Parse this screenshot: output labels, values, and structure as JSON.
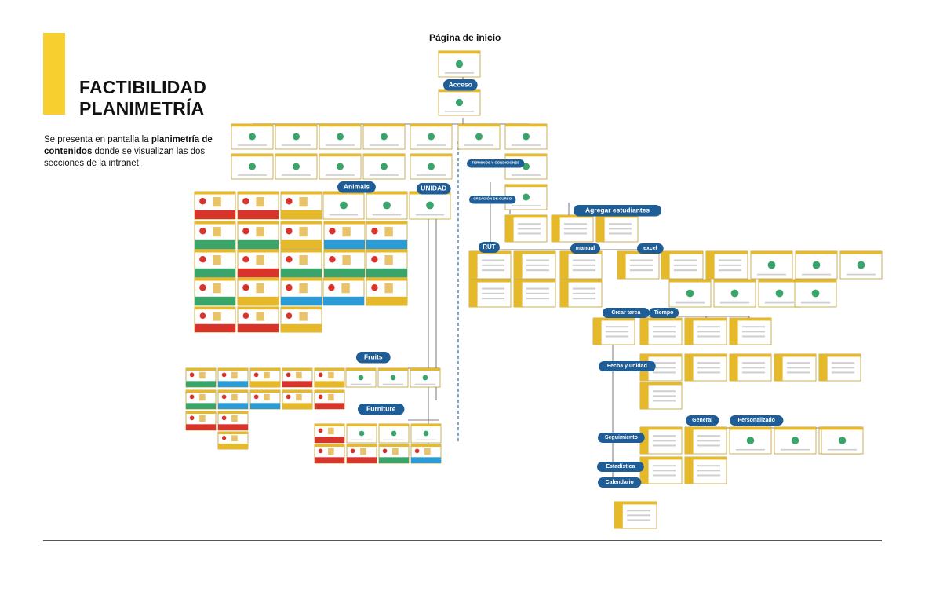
{
  "header": {
    "title_line1": "FACTIBILIDAD",
    "title_line2": "PLANIMETRÍA",
    "desc_part1": "Se presenta en pantalla la ",
    "desc_bold": "planimetría de contenidos",
    "desc_part2": " donde se visualizan las dos secciones de la intranet."
  },
  "top_label": "Página de inicio",
  "labels": {
    "acceso": "Acceso",
    "animals": "Animals",
    "unidad": "UNIDAD",
    "fruits": "Fruits",
    "furniture": "Furniture",
    "terminos": "TÉRMINOS Y CONDICIONES",
    "creacion": "CREACIÓN DE CURSO",
    "agregar": "Agregar estudiantes",
    "rut": "RUT",
    "manual": "manual",
    "excel": "excel",
    "crear_tarea": "Crear tarea",
    "tiempo": "Tiempo",
    "fecha": "Fecha y unidad",
    "general": "General",
    "personalizado": "Personalizado",
    "seguimiento": "Seguimiento",
    "estadistica": "Estadística",
    "calendario": "Calendario"
  },
  "colors": {
    "accent": "#f7cf2f",
    "pill": "#1e5d96",
    "frame_yellow": "#e6b92b",
    "band_red": "#d9342b",
    "band_green": "#3aa56b",
    "band_blue": "#2b9bd6",
    "band_yellow": "#e6b92b"
  }
}
